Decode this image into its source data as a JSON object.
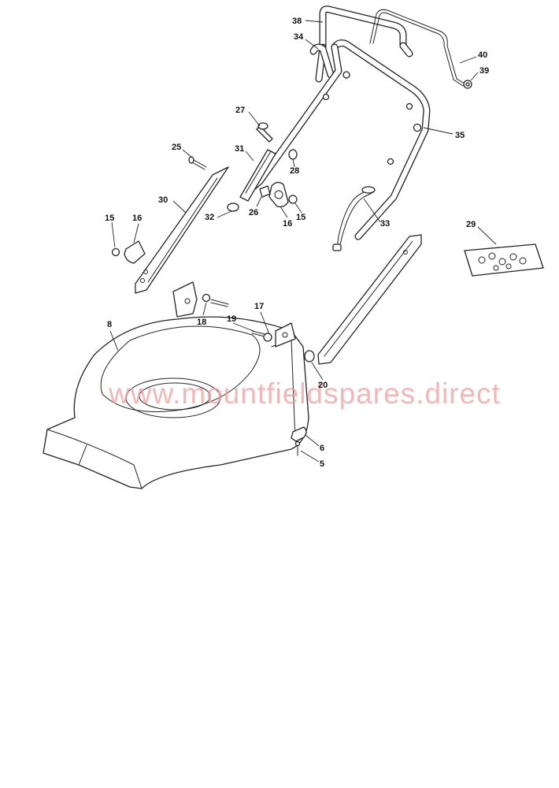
{
  "watermark": "www.mountfieldspares.direct",
  "callouts": [
    {
      "id": "c38",
      "label": "38"
    },
    {
      "id": "c34",
      "label": "34"
    },
    {
      "id": "c40",
      "label": "40"
    },
    {
      "id": "c39",
      "label": "39"
    },
    {
      "id": "c27",
      "label": "27"
    },
    {
      "id": "c35",
      "label": "35"
    },
    {
      "id": "c25",
      "label": "25"
    },
    {
      "id": "c31",
      "label": "31"
    },
    {
      "id": "c28",
      "label": "28"
    },
    {
      "id": "c30",
      "label": "30"
    },
    {
      "id": "c32",
      "label": "32"
    },
    {
      "id": "c26",
      "label": "26"
    },
    {
      "id": "c15a",
      "label": "15"
    },
    {
      "id": "c16a",
      "label": "16"
    },
    {
      "id": "c15b",
      "label": "15"
    },
    {
      "id": "c16b",
      "label": "16"
    },
    {
      "id": "c33",
      "label": "33"
    },
    {
      "id": "c29",
      "label": "29"
    },
    {
      "id": "c17",
      "label": "17"
    },
    {
      "id": "c8",
      "label": "8"
    },
    {
      "id": "c18",
      "label": "18"
    },
    {
      "id": "c19",
      "label": "19"
    },
    {
      "id": "c20",
      "label": "20"
    },
    {
      "id": "c6",
      "label": "6"
    },
    {
      "id": "c5",
      "label": "5"
    }
  ]
}
